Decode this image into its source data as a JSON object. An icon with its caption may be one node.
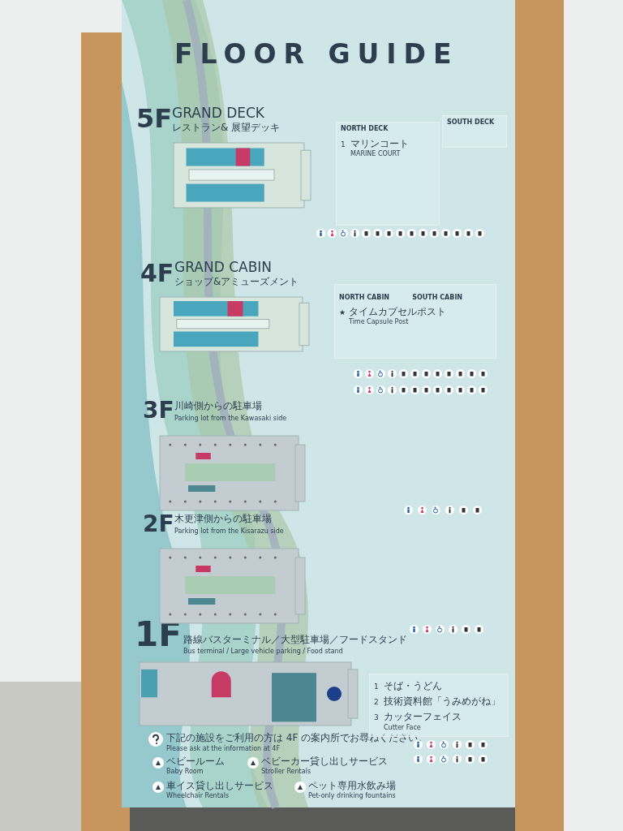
{
  "diagram": {
    "title": "FLOOR GUIDE",
    "nodes": [
      {
        "text": [],
        "shape": "picture",
        "beside": [
          "5F",
          "GRAND DECK",
          "レストラン& 展望デッキ"
        ]
      },
      {
        "text": [
          "NORTH DECK",
          "1",
          "マリンコート",
          "MARINE COURT"
        ]
      },
      {
        "text": [
          "SOUTH DECK"
        ]
      },
      {
        "text": [],
        "shape": "picture",
        "beside": [
          "4F",
          "GRAND CABIN",
          "ショップ&アミューズメント"
        ]
      },
      {
        "text": [
          "NORTH CABIN",
          "SOUTH CABIN",
          "★",
          "タイムカプセルポスト",
          "Time Capsule Post"
        ]
      },
      {
        "text": [],
        "shape": "picture",
        "beside": [
          "3F",
          "川崎側からの駐車場",
          "Parking lot from the Kawasaki side"
        ]
      },
      {
        "text": [],
        "shape": "picture",
        "beside": [
          "2F",
          "木更津側からの駐車場",
          "Parking lot from the Kisarazu side"
        ]
      },
      {
        "text": [],
        "shape": "picture",
        "beside": [
          "1F",
          "路線バスターミナル／大型駐車場／フードスタンド",
          "Bus terminal / Large vehicle parking / Food stand"
        ]
      },
      {
        "text": [
          "1",
          "そば・うどん",
          "2",
          "技術資料館「うみめがね」",
          "3",
          "カッターフェイス",
          "Cutter Face"
        ]
      }
    ],
    "edges": [],
    "labels": [
      "下記の施設をご利用の方は 4F の案内所でお尋ねください。",
      "Please ask at the information at 4F",
      "ベビールーム",
      "Baby Room",
      "ベビーカー貸し出しサービス",
      "Stroller Rentals",
      "車イス貸し出しサービス",
      "Wheelchair Rentals",
      "ペット専用水飲み場",
      "Pet-only drinking fountains"
    ]
  }
}
